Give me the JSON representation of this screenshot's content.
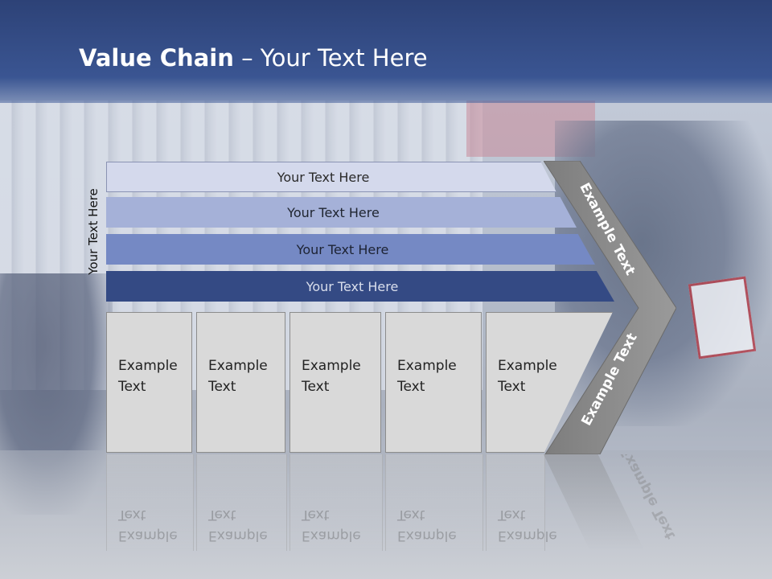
{
  "slide": {
    "title_bold": "Value Chain",
    "title_rest": " – Your Text Here"
  },
  "diagram": {
    "side_label": "Your Text Here",
    "bars": [
      {
        "label": "Your Text Here",
        "color": "#d4d9ec"
      },
      {
        "label": "Your Text Here",
        "color": "#a5b1d8"
      },
      {
        "label": "Your Text Here",
        "color": "#7589c4"
      },
      {
        "label": "Your Text Here",
        "color": "#344a84"
      }
    ],
    "boxes": [
      {
        "label": "Example\nText"
      },
      {
        "label": "Example\nText"
      },
      {
        "label": "Example\nText"
      },
      {
        "label": "Example\nText"
      },
      {
        "label": "Example\nText"
      }
    ],
    "chevron": {
      "top_label": "Example Text",
      "bottom_label": "Example Text",
      "color": "#8c8c8c"
    }
  },
  "colors": {
    "header": "#2d4277",
    "title_text": "#ffffff"
  }
}
